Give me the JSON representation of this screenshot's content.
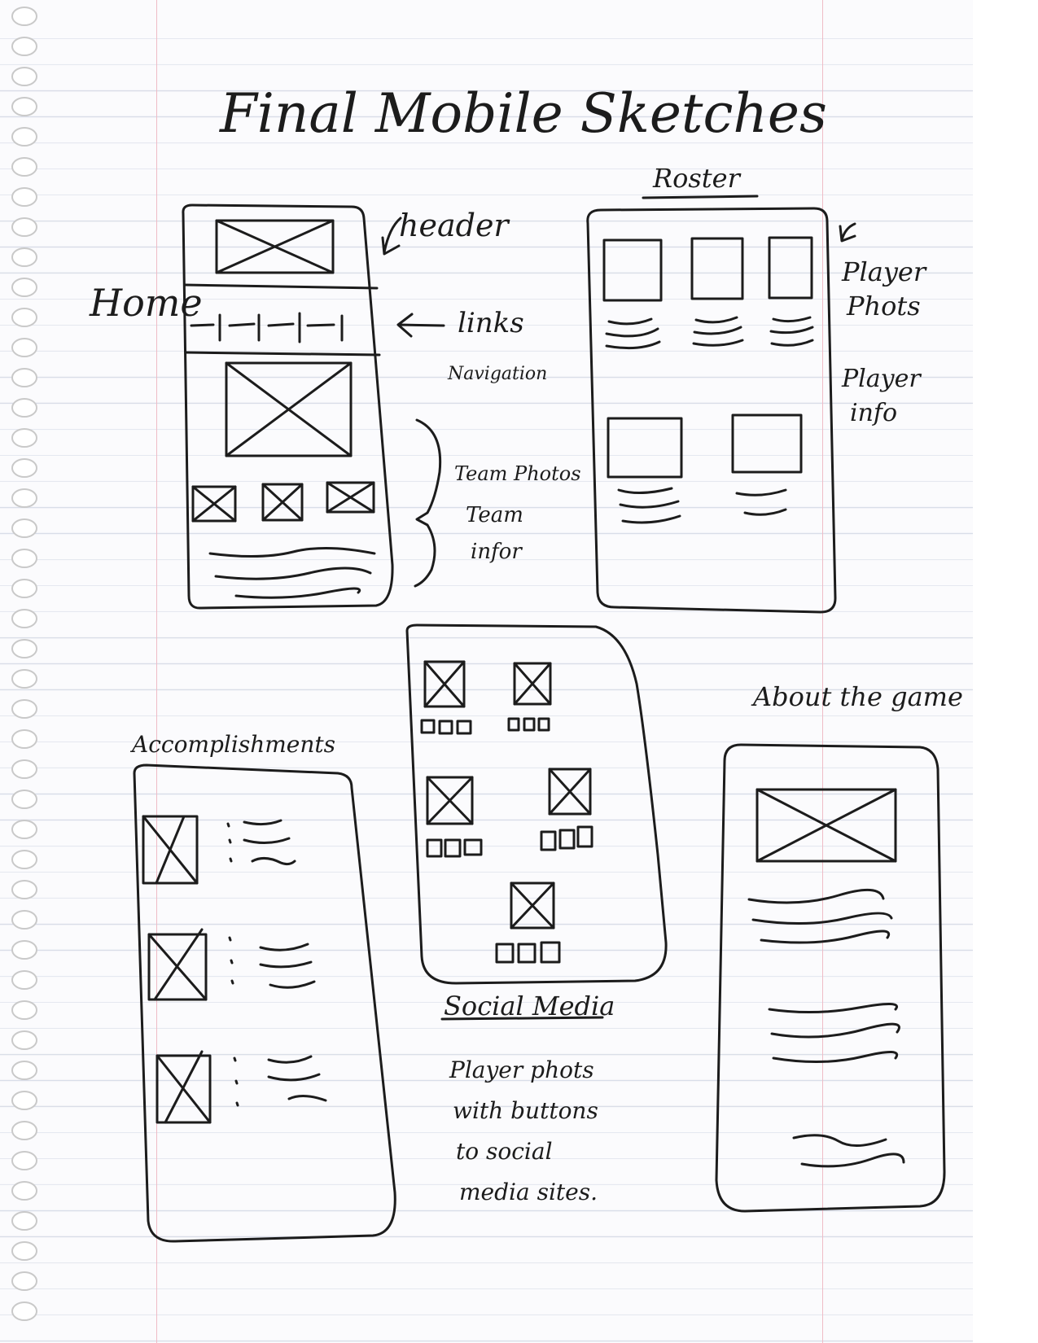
{
  "page": {
    "title": "Final Mobile Sketches"
  },
  "home": {
    "label": "Home",
    "header_note": "header",
    "links_note_1": "links",
    "links_note_2": "Navigation",
    "team_note_1": "Team Photos",
    "team_note_2": "Team",
    "team_note_3": "infor"
  },
  "roster": {
    "title": "Roster",
    "note_photos_1": "Player",
    "note_photos_2": "Phots",
    "note_info_1": "Player",
    "note_info_2": "info"
  },
  "accomplishments": {
    "title": "Accomplishments"
  },
  "social": {
    "title": "Social Media",
    "desc_1": "Player phots",
    "desc_2": "with buttons",
    "desc_3": "to social",
    "desc_4": "media sites."
  },
  "about": {
    "title": "About the game"
  },
  "colors": {
    "ink": "#1c1c1c",
    "rule_line": "#d9dde8",
    "margin_line": "#efbcc6"
  }
}
